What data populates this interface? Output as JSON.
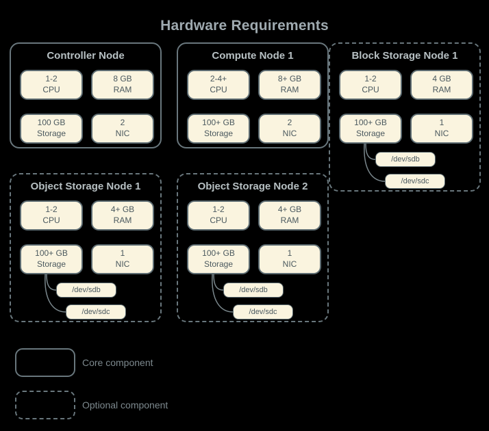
{
  "title": "Hardware Requirements",
  "colors": {
    "background": "#000000",
    "box_fill": "#faf4df",
    "box_border": "#5d6c72",
    "node_border": "#69777d",
    "title_text": "#9faab0",
    "node_title_text": "#b7c0c3",
    "component_text": "#4a585e",
    "legend_text": "#7d898e"
  },
  "nodes": [
    {
      "title": "Controller Node",
      "type": "core",
      "components": [
        {
          "line1": "1-2",
          "line2": "CPU"
        },
        {
          "line1": "8 GB",
          "line2": "RAM"
        },
        {
          "line1": "100 GB",
          "line2": "Storage"
        },
        {
          "line1": "2",
          "line2": "NIC"
        }
      ],
      "devices": []
    },
    {
      "title": "Compute Node 1",
      "type": "core",
      "components": [
        {
          "line1": "2-4+",
          "line2": "CPU"
        },
        {
          "line1": "8+ GB",
          "line2": "RAM"
        },
        {
          "line1": "100+ GB",
          "line2": "Storage"
        },
        {
          "line1": "2",
          "line2": "NIC"
        }
      ],
      "devices": []
    },
    {
      "title": "Block Storage Node 1",
      "type": "optional",
      "components": [
        {
          "line1": "1-2",
          "line2": "CPU"
        },
        {
          "line1": "4 GB",
          "line2": "RAM"
        },
        {
          "line1": "100+ GB",
          "line2": "Storage"
        },
        {
          "line1": "1",
          "line2": "NIC"
        }
      ],
      "devices": [
        "/dev/sdb",
        "/dev/sdc"
      ]
    },
    {
      "title": "Object Storage Node 1",
      "type": "optional",
      "components": [
        {
          "line1": "1-2",
          "line2": "CPU"
        },
        {
          "line1": "4+ GB",
          "line2": "RAM"
        },
        {
          "line1": "100+ GB",
          "line2": "Storage"
        },
        {
          "line1": "1",
          "line2": "NIC"
        }
      ],
      "devices": [
        "/dev/sdb",
        "/dev/sdc"
      ]
    },
    {
      "title": "Object Storage Node 2",
      "type": "optional",
      "components": [
        {
          "line1": "1-2",
          "line2": "CPU"
        },
        {
          "line1": "4+ GB",
          "line2": "RAM"
        },
        {
          "line1": "100+ GB",
          "line2": "Storage"
        },
        {
          "line1": "1",
          "line2": "NIC"
        }
      ],
      "devices": [
        "/dev/sdb",
        "/dev/sdc"
      ]
    }
  ],
  "legend": [
    {
      "style": "solid",
      "label": "Core component"
    },
    {
      "style": "dashed",
      "label": "Optional component"
    }
  ]
}
